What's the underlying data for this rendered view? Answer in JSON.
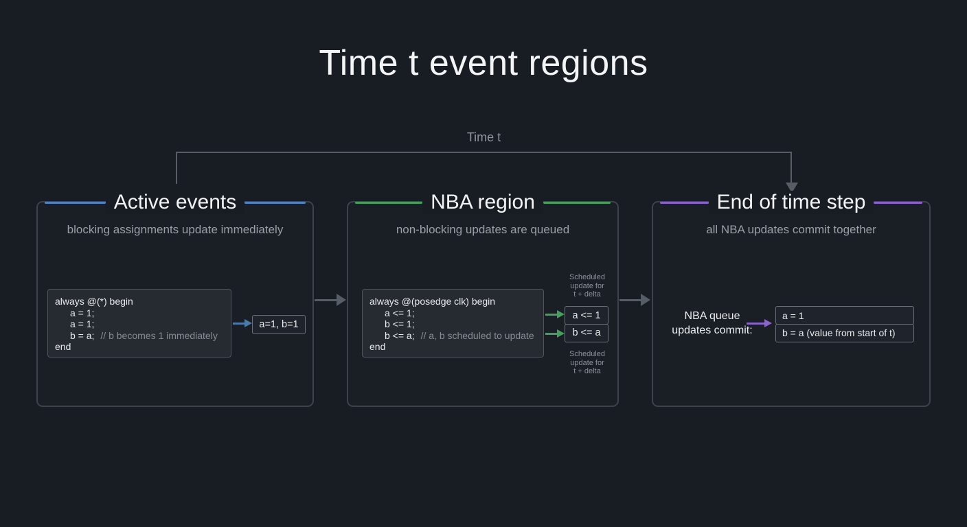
{
  "page": {
    "title": "Time t event regions",
    "background": "#181c23"
  },
  "bracket": {
    "label": "Time t",
    "color": "#565d66"
  },
  "arrows": {
    "flow_color": "#565d66",
    "result_color": "#4a7ba8",
    "queue_color": "#43a15c",
    "commit_color": "#8a63cc"
  },
  "panels": [
    {
      "id": "active-events",
      "title": "Active events",
      "subtitle": "blocking assignments update immediately",
      "accent": "#4d82c8",
      "code": {
        "l1": "always @(*) begin",
        "l2": "a = 1;",
        "l3": "a = 1;",
        "l4": "b = a;",
        "l4_comment": "// b becomes 1 immediately",
        "l5": "end"
      },
      "result": "a=1, b=1"
    },
    {
      "id": "nba-region",
      "title": "NBA region",
      "subtitle": "non-blocking updates are queued",
      "accent": "#43a15c",
      "code": {
        "l1": "always @(posedge clk) begin",
        "l2": "a <= 1;",
        "l3": "b <= 1;",
        "l4": "b <= a;",
        "l4_comment": "// a, b scheduled to update",
        "l5": "end"
      },
      "scheduled_top": "Scheduled\nupdate for\nt + delta",
      "scheduled_bottom": "Scheduled\nupdate for\nt + delta",
      "queue": {
        "row1": "a <= 1",
        "row2": "b <= a"
      }
    },
    {
      "id": "end-of-time-step",
      "title": "End of time step",
      "subtitle": "all NBA updates commit together",
      "accent": "#8a5fd0",
      "commit_label": "NBA queue\nupdates commit:",
      "commit": {
        "row1": "a = 1",
        "row2": "b = a (value from start of t)"
      }
    }
  ]
}
